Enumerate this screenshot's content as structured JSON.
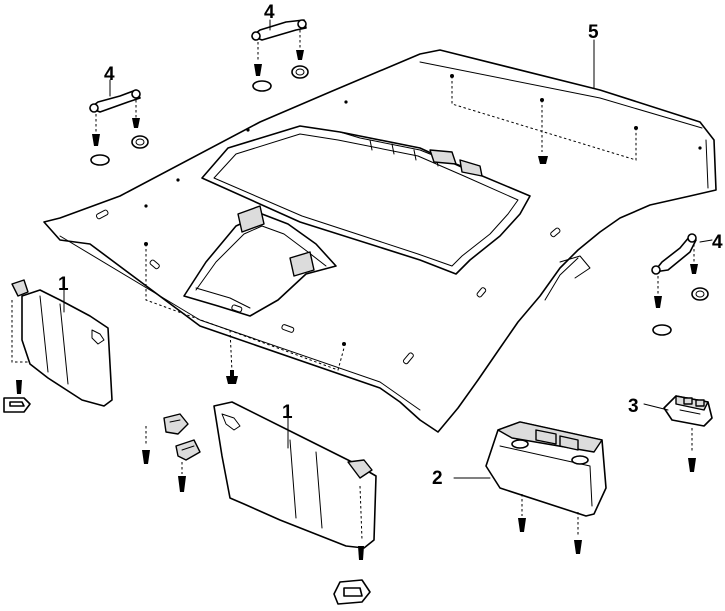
{
  "callouts": {
    "c1a": "1",
    "c1b": "1",
    "c2": "2",
    "c3": "3",
    "c4a": "4",
    "c4b": "4",
    "c4c": "4",
    "c5": "5"
  }
}
